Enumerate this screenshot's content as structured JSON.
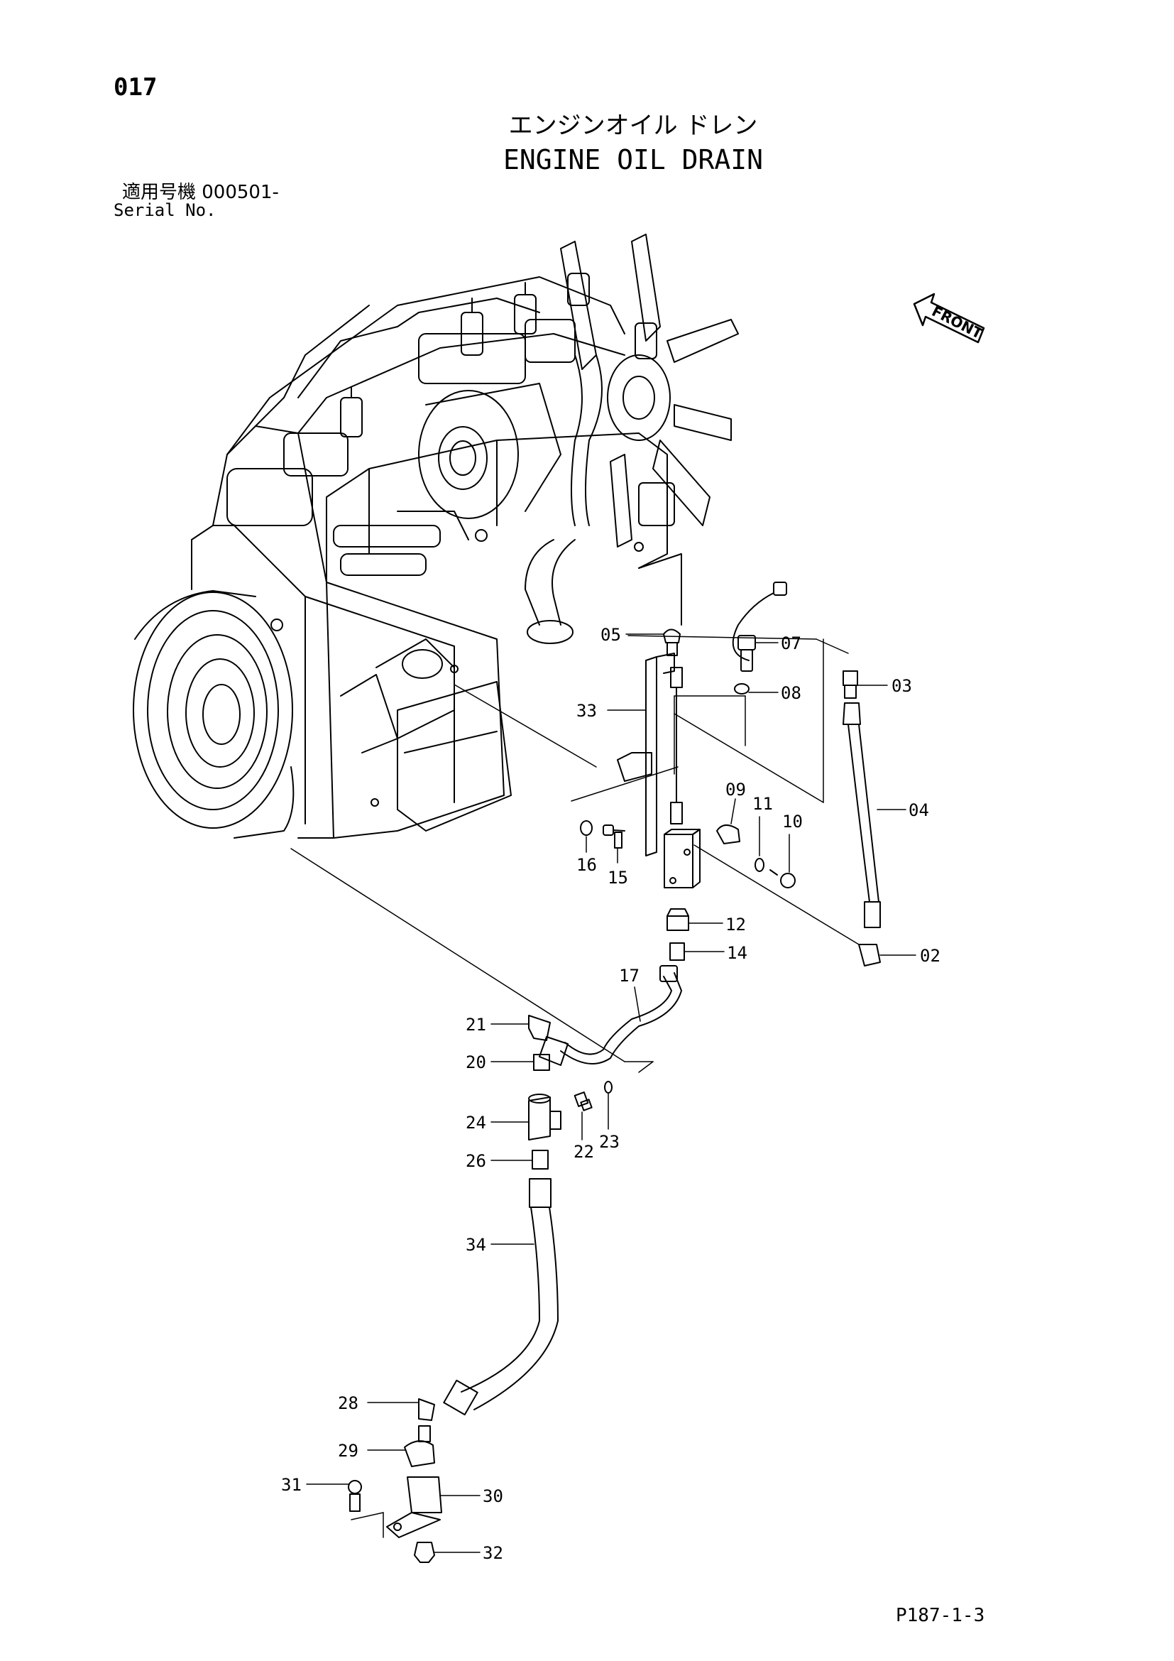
{
  "header": {
    "page_number": "017",
    "title_jp": "エンジンオイル ドレン",
    "title_en": "ENGINE OIL DRAIN",
    "serial_label_jp": "適用号機  000501-",
    "serial_label_en": "Serial No."
  },
  "front_indicator": {
    "label": "FRONT",
    "icon": "front-arrow-icon"
  },
  "callouts": [
    "05",
    "07",
    "03",
    "33",
    "08",
    "09",
    "11",
    "10",
    "04",
    "16",
    "15",
    "12",
    "02",
    "14",
    "17",
    "21",
    "20",
    "24",
    "22",
    "23",
    "26",
    "34",
    "28",
    "29",
    "31",
    "30",
    "32"
  ],
  "footer": {
    "reference": "P187-1-3"
  }
}
